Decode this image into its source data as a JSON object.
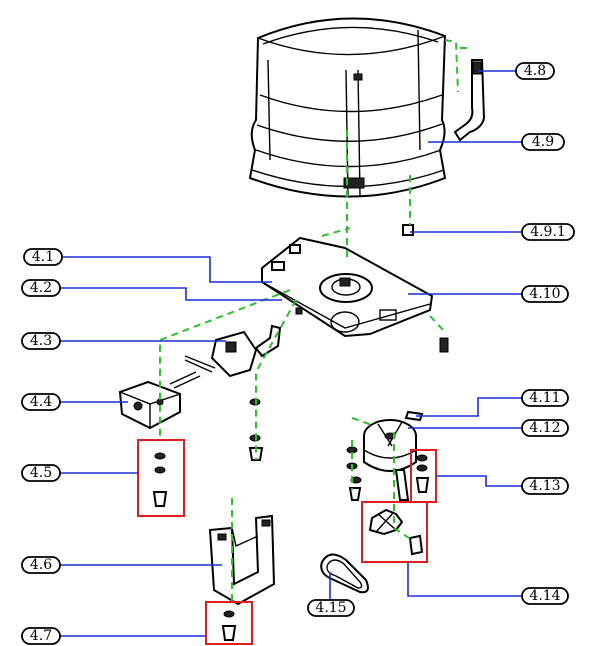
{
  "labels": [
    {
      "id": "4.1",
      "text": "4.1"
    },
    {
      "id": "4.2",
      "text": "4.2"
    },
    {
      "id": "4.3",
      "text": "4.3"
    },
    {
      "id": "4.4",
      "text": "4.4"
    },
    {
      "id": "4.5",
      "text": "4.5"
    },
    {
      "id": "4.6",
      "text": "4.6"
    },
    {
      "id": "4.7",
      "text": "4.7"
    },
    {
      "id": "4.8",
      "text": "4.8"
    },
    {
      "id": "4.9",
      "text": "4.9"
    },
    {
      "id": "4.9.1",
      "text": "4.9.1"
    },
    {
      "id": "4.10",
      "text": "4.10"
    },
    {
      "id": "4.11",
      "text": "4.11"
    },
    {
      "id": "4.12",
      "text": "4.12"
    },
    {
      "id": "4.13",
      "text": "4.13"
    },
    {
      "id": "4.14",
      "text": "4.14"
    },
    {
      "id": "4.15",
      "text": "4.15"
    }
  ],
  "colors": {
    "leader_line": "#1a2fd6",
    "assembly_line": "#2fbf2f",
    "group_box": "#e02020",
    "outline": "#000000"
  }
}
